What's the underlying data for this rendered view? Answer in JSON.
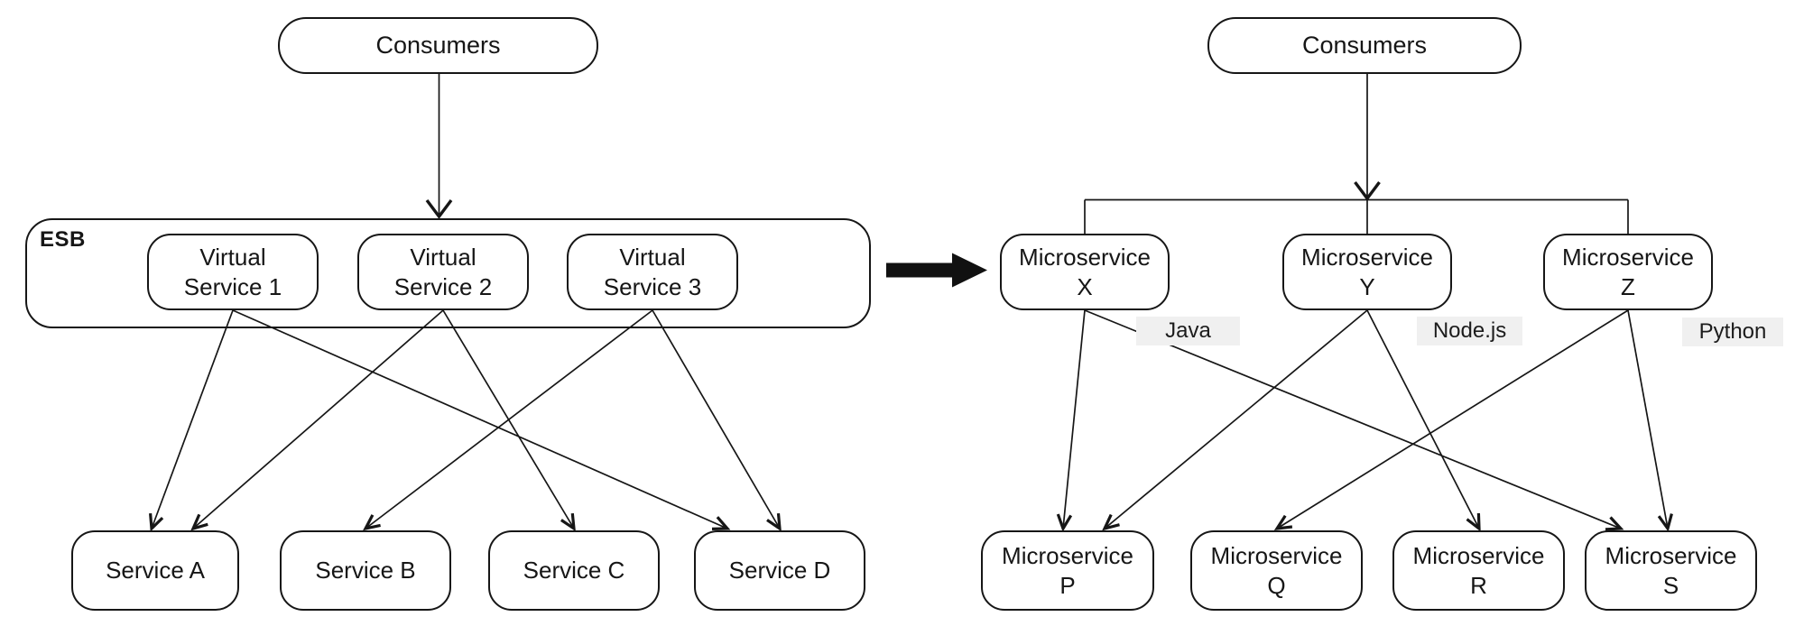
{
  "left_diagram": {
    "consumers_label": "Consumers",
    "esb_label": "ESB",
    "virtual_services": [
      {
        "id": "vs1",
        "line1": "Virtual",
        "line2": "Service 1"
      },
      {
        "id": "vs2",
        "line1": "Virtual",
        "line2": "Service 2"
      },
      {
        "id": "vs3",
        "line1": "Virtual",
        "line2": "Service 3"
      }
    ],
    "services": [
      {
        "id": "svcA",
        "label": "Service A"
      },
      {
        "id": "svcB",
        "label": "Service B"
      },
      {
        "id": "svcC",
        "label": "Service C"
      },
      {
        "id": "svcD",
        "label": "Service D"
      }
    ],
    "edges": [
      {
        "from": "vs1",
        "to": "svcA"
      },
      {
        "from": "vs1",
        "to": "svcD"
      },
      {
        "from": "vs2",
        "to": "svcA"
      },
      {
        "from": "vs2",
        "to": "svcC"
      },
      {
        "from": "vs3",
        "to": "svcB"
      },
      {
        "from": "vs3",
        "to": "svcD"
      }
    ]
  },
  "right_diagram": {
    "consumers_label": "Consumers",
    "microservices": [
      {
        "id": "msX",
        "line1": "Microservice",
        "line2": "X",
        "tech": "Java"
      },
      {
        "id": "msY",
        "line1": "Microservice",
        "line2": "Y",
        "tech": "Node.js"
      },
      {
        "id": "msZ",
        "line1": "Microservice",
        "line2": "Z",
        "tech": "Python"
      }
    ],
    "backend_microservices": [
      {
        "id": "msP",
        "line1": "Microservice",
        "line2": "P"
      },
      {
        "id": "msQ",
        "line1": "Microservice",
        "line2": "Q"
      },
      {
        "id": "msR",
        "line1": "Microservice",
        "line2": "R"
      },
      {
        "id": "msS",
        "line1": "Microservice",
        "line2": "S"
      }
    ],
    "edges": [
      {
        "from": "msX",
        "to": "msP"
      },
      {
        "from": "msX",
        "to": "msS"
      },
      {
        "from": "msY",
        "to": "msP"
      },
      {
        "from": "msY",
        "to": "msR"
      },
      {
        "from": "msZ",
        "to": "msQ"
      },
      {
        "from": "msZ",
        "to": "msS"
      }
    ]
  },
  "colors": {
    "stroke": "#161616",
    "node_fill": "#ffffff",
    "tech_label_bg": "#f0f0f0",
    "transform_arrow_fill": "#111111"
  }
}
